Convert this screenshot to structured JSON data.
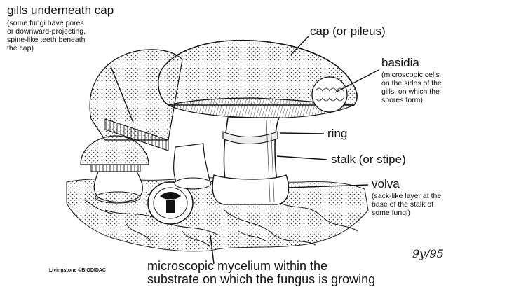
{
  "labels": {
    "gills": {
      "title": "gills underneath cap",
      "note": [
        "(some fungi have pores",
        "or downward-projecting,",
        "spine-like teeth beneath",
        "the cap)"
      ]
    },
    "cap": {
      "title": "cap (or pileus)"
    },
    "basidia": {
      "title": "basidia",
      "note": [
        "(microscopic cells",
        "on the sides of the",
        "gills, on which the",
        "spores form)"
      ]
    },
    "ring": {
      "title": "ring"
    },
    "stalk": {
      "title": "stalk (or stipe)"
    },
    "volva": {
      "title": "volva",
      "note": [
        "(sack-like layer at the",
        "base of the stalk of",
        "some fungi)"
      ]
    },
    "mycelium": {
      "lines": [
        "microscopic mycelium within the",
        "substrate on which the fungus is growing"
      ]
    }
  },
  "credit": "Livingstone ©BIODIDAC",
  "signature": "9y/95"
}
